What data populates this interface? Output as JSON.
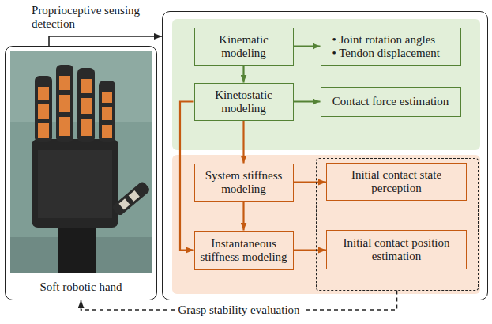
{
  "diagram": {
    "nodes": [
      {
        "text": [
          "Soft robotic hand"
        ]
      },
      {
        "text": []
      },
      {
        "text": [
          "Kinematic modeling"
        ],
        "in": 1
      },
      {
        "text": [
          "• Joint rotation angles",
          "• Tendon displacement"
        ],
        "in": 1
      },
      {
        "text": [
          "Kinetostatic modeling"
        ],
        "in": 1
      },
      {
        "text": [
          "Contact force estimation"
        ],
        "in": 1
      },
      {
        "text": [
          "System stiffness modeling"
        ],
        "in": 1
      },
      {
        "text": [],
        "in": 1
      },
      {
        "text": [
          "Initial contact state perception"
        ],
        "in": 7
      },
      {
        "text": [
          "Instantaneous stiffness modeling"
        ],
        "in": 1
      },
      {
        "text": [
          "Initial contact position estimation"
        ],
        "in": 7
      }
    ],
    "edges": [
      {
        "from": 0,
        "to": 1,
        "arrow": "to",
        "label": "Proprioceptive sensing detection"
      },
      {
        "from": 2,
        "to": 3,
        "arrow": "to"
      },
      {
        "from": 2,
        "to": 4,
        "arrow": "to"
      },
      {
        "from": 4,
        "to": 5,
        "arrow": "to"
      },
      {
        "from": 4,
        "to": 6,
        "arrow": "to"
      },
      {
        "from": 4,
        "to": 9,
        "arrow": "to"
      },
      {
        "from": 6,
        "to": 9,
        "arrow": "to"
      },
      {
        "from": 6,
        "to": 8,
        "arrow": "to"
      },
      {
        "from": 9,
        "to": 10,
        "arrow": "to"
      },
      {
        "from": 7,
        "to": 0,
        "arrow": "to",
        "label": "Grasp stability evaluation"
      }
    ]
  }
}
